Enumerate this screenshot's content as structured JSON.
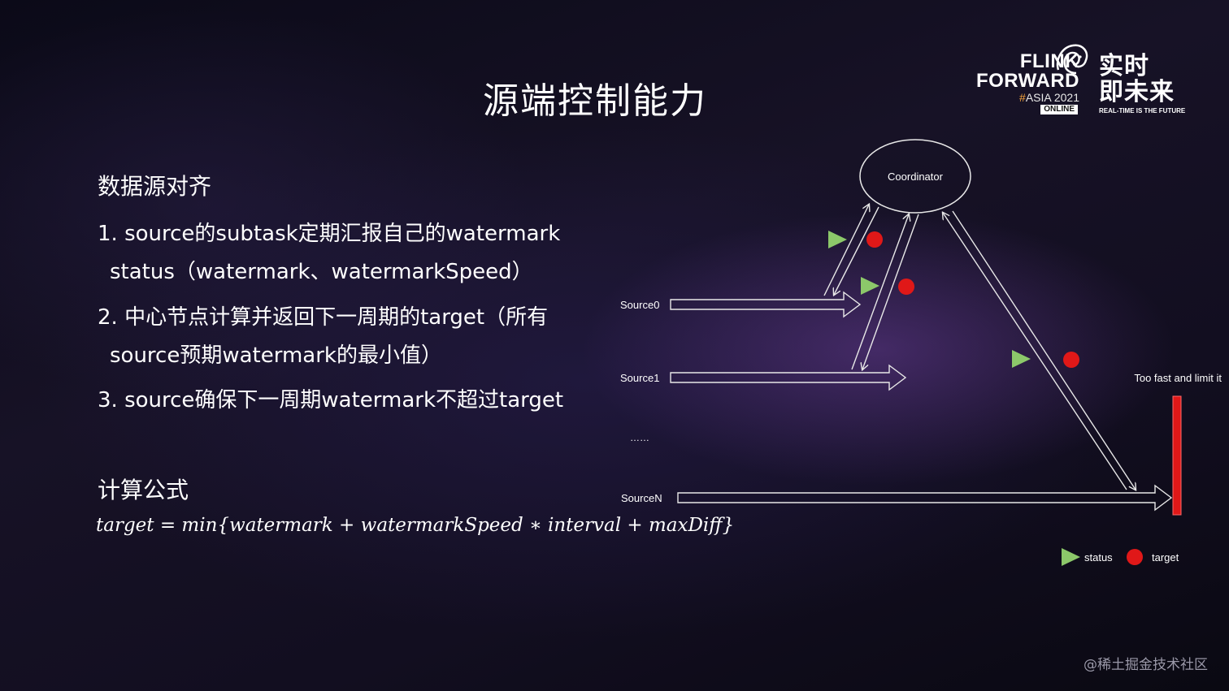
{
  "slide": {
    "title": "源端控制能力"
  },
  "logo": {
    "line1": "FLINK",
    "line2": "FORWARD",
    "hash": "#",
    "asia": "ASIA 2021",
    "online": "ONLINE",
    "cn_line1": "实时",
    "cn_line2": "即未来",
    "tagline": "REAL-TIME IS THE FUTURE"
  },
  "content": {
    "section1_heading": "数据源对齐",
    "items": [
      "1. source的subtask定期汇报自己的watermark",
      "status（watermark、watermarkSpeed）",
      "2. 中心节点计算并返回下一周期的target（所有",
      "source预期watermark的最小值）",
      "3. source确保下一周期watermark不超过target"
    ],
    "section2_heading": "计算公式",
    "formula": "target = min{watermark + watermarkSpeed ∗ interval + maxDiff}"
  },
  "diagram": {
    "coordinator_label": "Coordinator",
    "sources": [
      "Source0",
      "Source1",
      "SourceN"
    ],
    "ellipsis": "……",
    "limit_label": "Too fast and limit it",
    "legend": {
      "status_label": "status",
      "target_label": "target"
    },
    "colors": {
      "status_triangle": "#8cc86a",
      "target_dot": "#e01818",
      "limit_bar": "#e01818",
      "lines": "#e8e8e8"
    }
  },
  "watermark_text": "@稀土掘金技术社区"
}
